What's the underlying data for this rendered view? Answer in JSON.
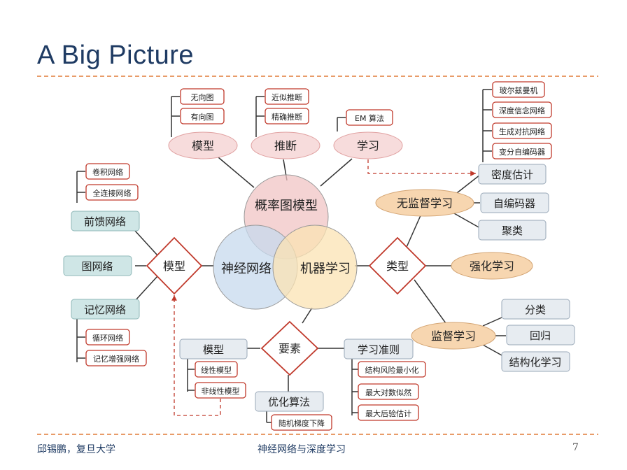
{
  "title": "A Big Picture",
  "footer": {
    "author": "邱锡鹏，复旦大学",
    "course": "神经网络与深度学习",
    "page": "7"
  },
  "center": {
    "pgm": "概率图模型",
    "nn": "神经网络",
    "ml": "机器学习"
  },
  "pgm_branch": {
    "model": {
      "label": "模型",
      "items": [
        "无向图",
        "有向图"
      ]
    },
    "inference": {
      "label": "推断",
      "items": [
        "近似推断",
        "精确推断"
      ]
    },
    "learning": {
      "label": "学习",
      "items": [
        "EM 算法"
      ]
    }
  },
  "generative": {
    "items": [
      "玻尔兹曼机",
      "深度信念网络",
      "生成对抗网络",
      "变分自编码器"
    ]
  },
  "unsupervised": {
    "label": "无监督学习",
    "items": [
      "密度估计",
      "自编码器",
      "聚类"
    ]
  },
  "types": {
    "label": "类型",
    "rl": "强化学习"
  },
  "supervised": {
    "label": "监督学习",
    "items": [
      "分类",
      "回归",
      "结构化学习"
    ]
  },
  "nn_model": {
    "label": "模型",
    "feedforward": {
      "label": "前馈网络",
      "items": [
        "卷积网络",
        "全连接网络"
      ]
    },
    "graph": "图网络",
    "memory": {
      "label": "记忆网络",
      "items": [
        "循环网络",
        "记忆增强网络"
      ]
    }
  },
  "elements": {
    "label": "要素",
    "model": {
      "label": "模型",
      "items": [
        "线性模型",
        "非线性模型"
      ]
    },
    "criterion": {
      "label": "学习准则",
      "items": [
        "结构风险最小化",
        "最大对数似然",
        "最大后验估计"
      ]
    },
    "optimization": {
      "label": "优化算法",
      "items": [
        "随机梯度下降"
      ]
    }
  },
  "colors": {
    "title": "#1f3b63",
    "accent_red": "#c0392b",
    "pink_fill": "#f7dcdc",
    "orange_fill": "#f7d6b0",
    "teal_fill": "#cfe6e6",
    "gray_fill": "#e7ecf1",
    "pgm_circle": "#f0c4c4",
    "nn_circle": "#c7d9ee",
    "ml_circle": "#fbe3b3"
  }
}
